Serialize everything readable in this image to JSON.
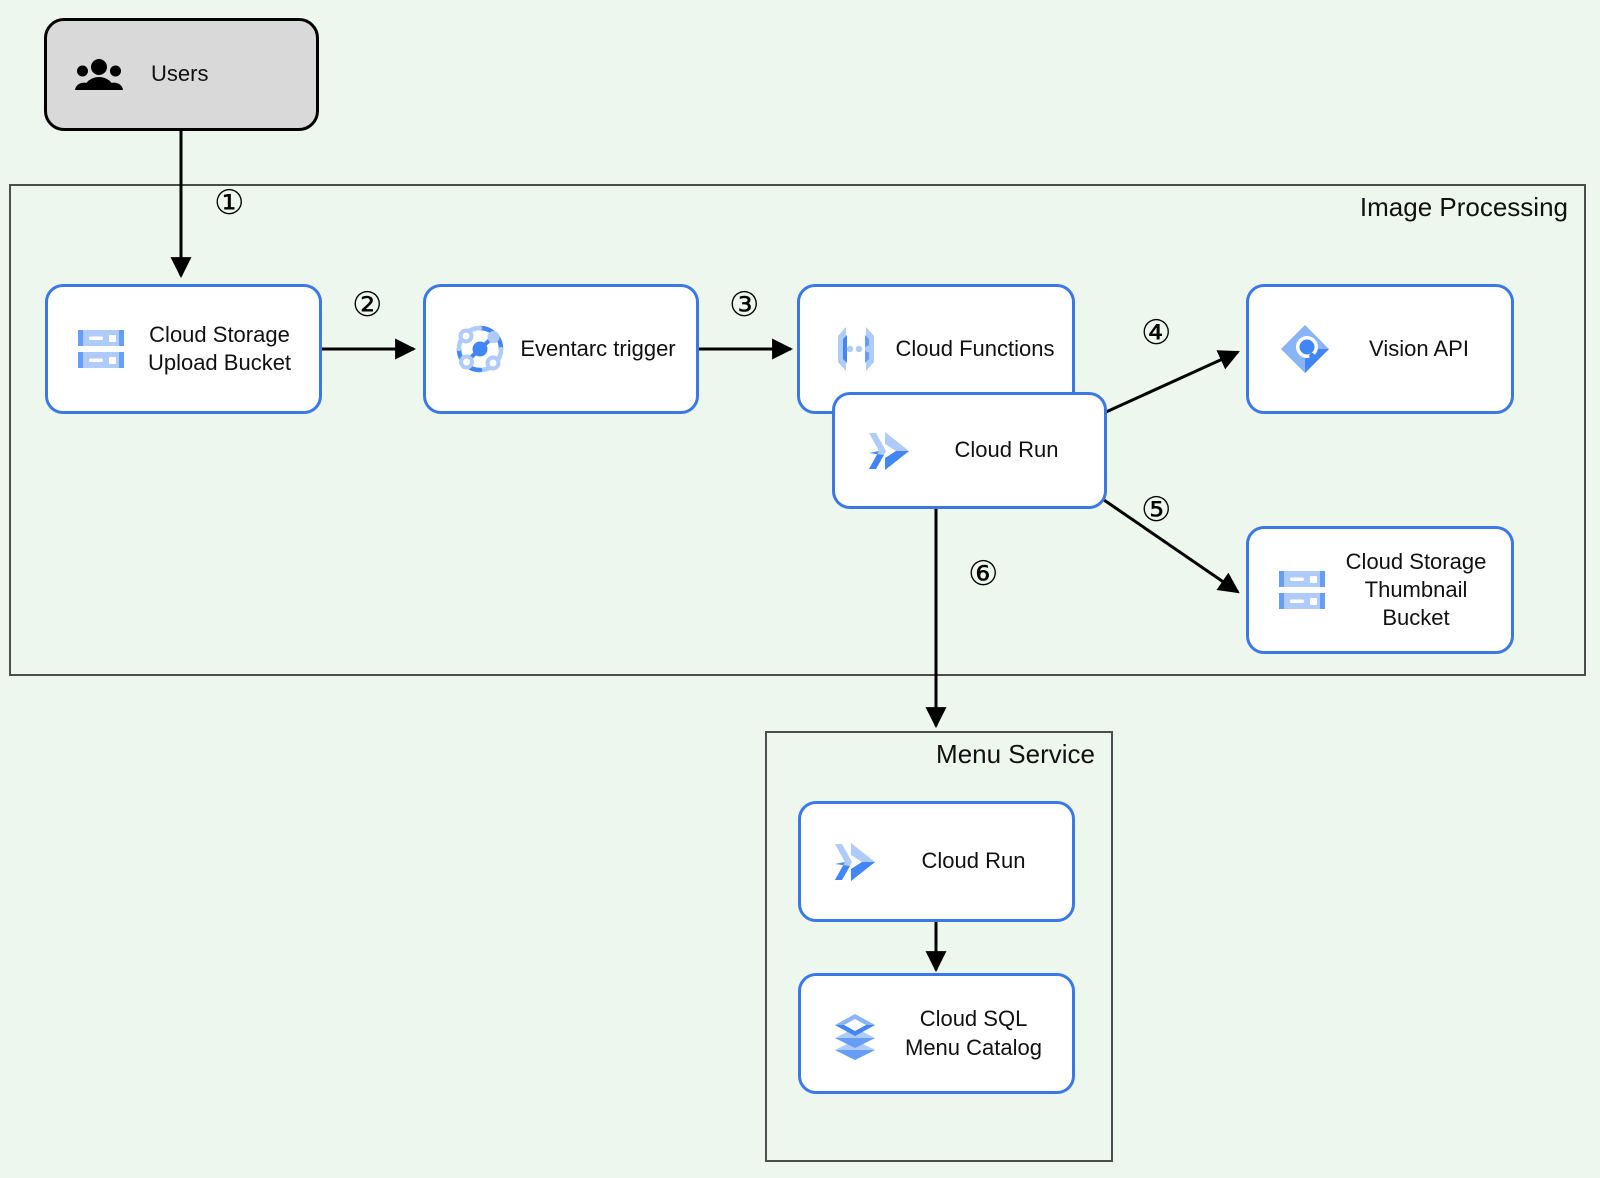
{
  "diagram": {
    "title": "GCP image processing and menu service architecture",
    "background_color": "#eef7ee",
    "node_border_color": "#3b78e7",
    "actor_fill_color": "#d9d9d9",
    "group_border_color": "#4d4d4d"
  },
  "groups": [
    {
      "id": "image-processing",
      "title": "Image Processing"
    },
    {
      "id": "menu-service",
      "title": "Menu Service"
    }
  ],
  "nodes": [
    {
      "id": "users",
      "label": "Users",
      "icon": "users-icon"
    },
    {
      "id": "upload-bucket",
      "label": "Cloud Storage\nUpload Bucket",
      "icon": "cloud-storage-icon"
    },
    {
      "id": "eventarc",
      "label": "Eventarc trigger",
      "icon": "eventarc-icon"
    },
    {
      "id": "cloud-functions",
      "label": "Cloud Functions",
      "icon": "cloud-functions-icon"
    },
    {
      "id": "cloud-run-ip",
      "label": "Cloud Run",
      "icon": "cloud-run-icon"
    },
    {
      "id": "vision-api",
      "label": "Vision API",
      "icon": "vision-api-icon"
    },
    {
      "id": "thumbnail-bucket",
      "label": "Cloud Storage\nThumbnail Bucket",
      "icon": "cloud-storage-icon"
    },
    {
      "id": "cloud-run-menu",
      "label": "Cloud Run",
      "icon": "cloud-run-icon"
    },
    {
      "id": "cloud-sql",
      "label": "Cloud SQL\nMenu Catalog",
      "icon": "cloud-sql-icon"
    }
  ],
  "steps": [
    {
      "id": "step-1",
      "label": "①",
      "from": "users",
      "to": "upload-bucket"
    },
    {
      "id": "step-2",
      "label": "②",
      "from": "upload-bucket",
      "to": "eventarc"
    },
    {
      "id": "step-3",
      "label": "③",
      "from": "eventarc",
      "to": "cloud-functions"
    },
    {
      "id": "step-4",
      "label": "④",
      "from": "cloud-run-ip",
      "to": "vision-api"
    },
    {
      "id": "step-5",
      "label": "⑤",
      "from": "cloud-run-ip",
      "to": "thumbnail-bucket"
    },
    {
      "id": "step-6",
      "label": "⑥",
      "from": "cloud-run-ip",
      "to": "cloud-run-menu"
    }
  ]
}
